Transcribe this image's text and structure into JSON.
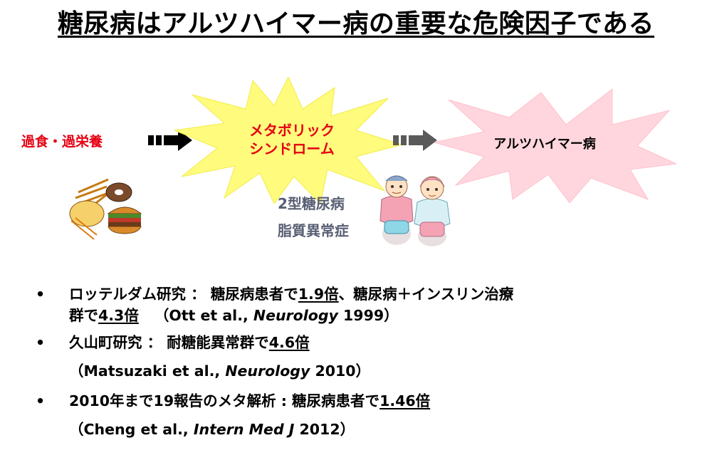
{
  "title": "糖尿病はアルツハイマー病の重要な危険因子である",
  "flow": {
    "cause": "過食・過栄養",
    "metabolic_line1": "メタボリック",
    "metabolic_line2": "シンドローム",
    "alzheimers": "アルツハイマー病",
    "sub1": "2型糖尿病",
    "sub2": "脂質異常症",
    "colors": {
      "burst_yellow": "#fffb7d",
      "burst_pink": "#ffd6dd",
      "red": "#e60012",
      "gray_text": "#595f73"
    }
  },
  "bullets": [
    {
      "line1_text": "ロッテルダム研究 ： 糖尿病患者で",
      "line1_val1": "1.9倍",
      "line1_mid": "、糖尿病＋インスリン治療",
      "line2_text": "群で",
      "line2_val": "4.3倍",
      "cite_pre": "（Ott et al., ",
      "cite_journal": "Neurology",
      "cite_post": " 1999）"
    },
    {
      "line1_text": "久山町研究 ： 耐糖能異常群で",
      "line1_val1": "4.6倍",
      "cite_pre": "（Matsuzaki et al., ",
      "cite_journal": "Neurology",
      "cite_post": " 2010）"
    },
    {
      "line1_text": "2010年まで19報告のメタ解析 : 糖尿病患者で",
      "line1_val1": "1.46倍",
      "cite_pre": "（Cheng et al., ",
      "cite_journal": "Intern Med J",
      "cite_post": " 2012）"
    }
  ],
  "bullet_char": "•"
}
